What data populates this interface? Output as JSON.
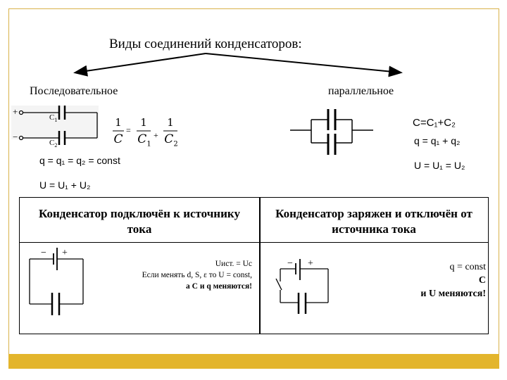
{
  "title": "Виды соединений конденсаторов:",
  "series": {
    "label": "Последовательное",
    "c1": "C",
    "c1_sub": "1",
    "c2": "C",
    "c2_sub": "2",
    "formula": {
      "lhs_num": "1",
      "lhs_den": "C",
      "eq": "=",
      "t1_num": "1",
      "t1_den": "C",
      "t1_sub": "1",
      "plus": "+",
      "t2_num": "1",
      "t2_den": "C",
      "t2_sub": "2"
    },
    "q_eq": "q = q₁ = q₂ = const",
    "u_eq": "U = U₁ + U₂"
  },
  "parallel": {
    "label": "параллельное",
    "c_eq": "C=C₁+C₂",
    "q_eq": "q = q₁ + q₂",
    "u_eq": "U = U₁ = U₂"
  },
  "left_box": {
    "title": "Конденсатор подключён к источнику тока",
    "minus": "−",
    "plus": "+",
    "line1": "Uист. = Uc",
    "line2": "Если менять d, S, ε то U = const,",
    "line3": "а C и q меняются!"
  },
  "right_box": {
    "title": "Конденсатор заряжен и отключён от источника тока",
    "minus": "−",
    "plus": "+",
    "line1": "q = const",
    "line2": "C",
    "line3": "и U меняются!"
  }
}
